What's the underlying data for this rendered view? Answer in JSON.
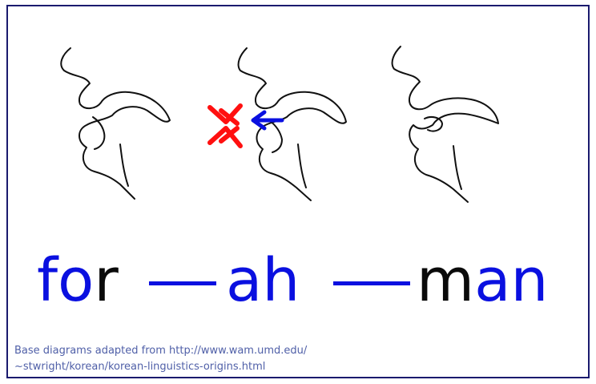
{
  "colors": {
    "accent_blue": "#0a10e0",
    "accent_red": "#ff1010",
    "text_black": "#0a0a0a",
    "caption_color": "#5060a8",
    "frame_border": "#1a1a6e"
  },
  "transcription": {
    "syllables": [
      {
        "parts": [
          {
            "text": "fo",
            "color": "blue"
          },
          {
            "text": "r",
            "color": "black"
          }
        ]
      },
      {
        "parts": [
          {
            "text": "ah",
            "color": "blue"
          }
        ]
      },
      {
        "parts": [
          {
            "text": "m",
            "color": "black"
          },
          {
            "text": "an",
            "color": "blue"
          }
        ]
      }
    ]
  },
  "caption": {
    "line1": "Base diagrams adapted from http://www.wam.umd.edu/",
    "line2": "~stwright/korean/korean-linguistics-origins.html"
  }
}
